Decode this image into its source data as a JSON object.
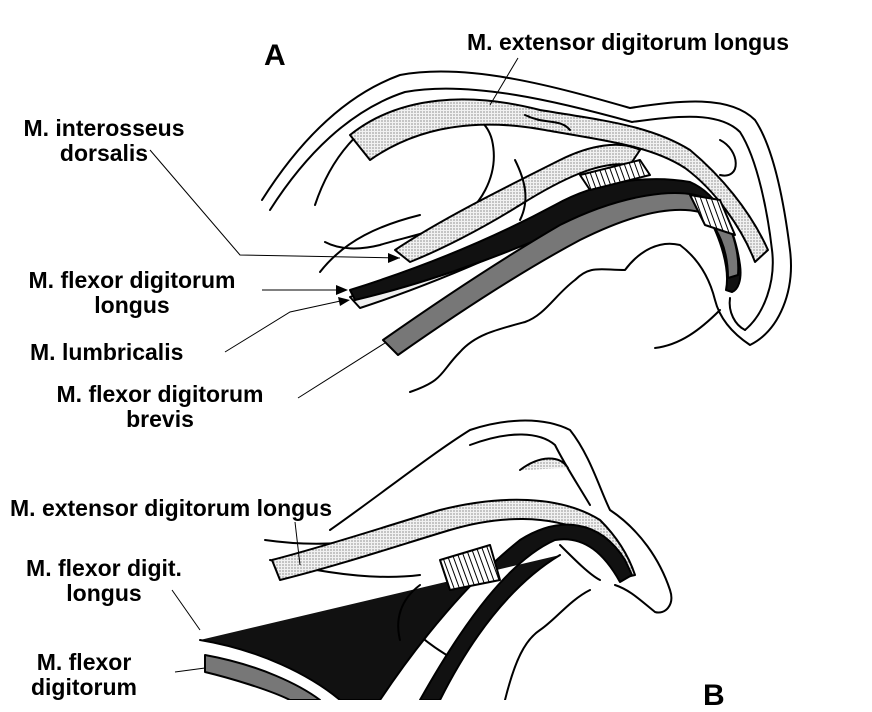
{
  "panels": {
    "a": {
      "letter": "A",
      "labels": {
        "ext_dig_longus": "M. extensor digitorum longus",
        "interosseus_l1": "M. interosseus",
        "interosseus_l2": "dorsalis",
        "flex_dig_longus_l1": "M. flexor digitorum",
        "flex_dig_longus_l2": "longus",
        "lumbricalis": "M. lumbricalis",
        "flex_dig_brevis_l1": "M. flexor digitorum",
        "flex_dig_brevis_l2": "brevis"
      }
    },
    "b": {
      "letter": "B",
      "labels": {
        "ext_dig_longus": "M. extensor digitorum longus",
        "flex_digit_longus_l1": "M. flexor digit.",
        "flex_digit_longus_l2": "longus",
        "flex_digitorum_l1": "M. flexor",
        "flex_digitorum_l2": "digitorum"
      }
    }
  },
  "colors": {
    "line": "#000000",
    "stipple": "#e6e6e6",
    "dark_tendon": "#111111",
    "grey_muscle": "#777777"
  }
}
